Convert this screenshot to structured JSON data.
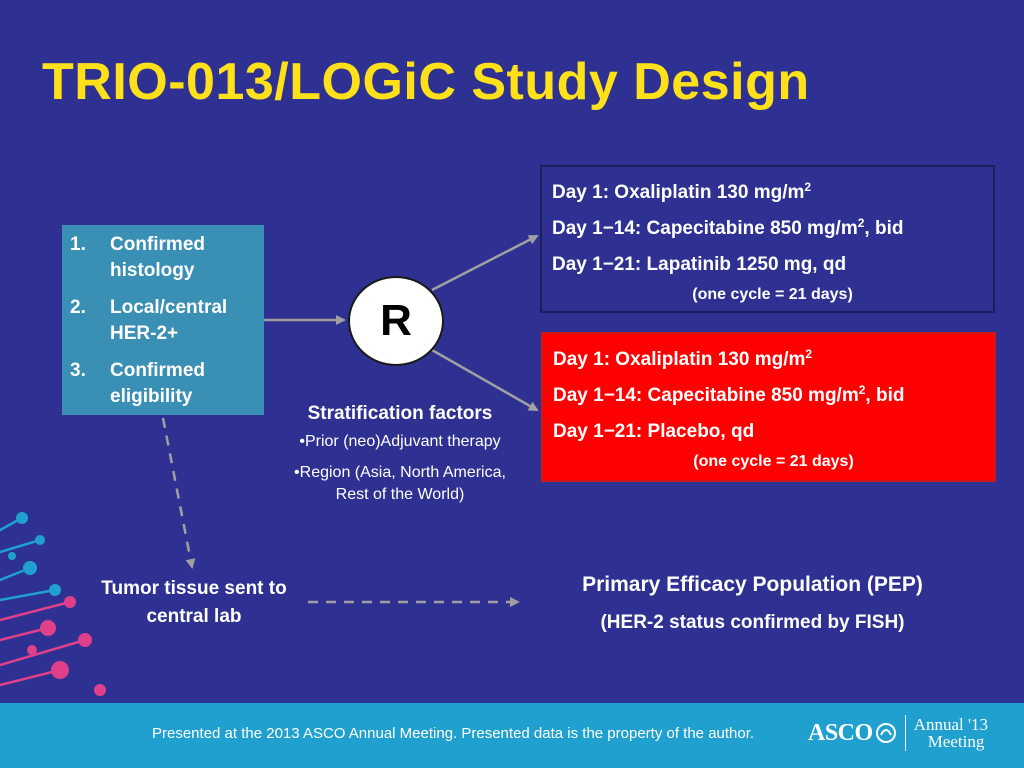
{
  "slide": {
    "title": "TRIO-013/LOGiC Study Design"
  },
  "criteria": {
    "items": [
      {
        "num": "1.",
        "label": "Confirmed histology"
      },
      {
        "num": "2.",
        "label": "Local/central HER-2+"
      },
      {
        "num": "3.",
        "label": "Confirmed eligibility"
      }
    ]
  },
  "randomization": {
    "label": "R"
  },
  "arm_lapatinib": {
    "line1": "Day 1: Oxaliplatin 130 mg/m",
    "line1_sup": "2",
    "line2_pre": "Day 1−14: Capecitabine 850 mg/m",
    "line2_sup": "2",
    "line2_post": ", bid",
    "line3": "Day 1−21: Lapatinib 1250 mg, qd",
    "cycle": "(one  cycle = 21 days)",
    "fill_color": "#2e3192"
  },
  "arm_placebo": {
    "line1": "Day 1: Oxaliplatin 130 mg/m",
    "line1_sup": "2",
    "line2_pre": "Day 1−14: Capecitabine 850 mg/m",
    "line2_sup": "2",
    "line2_post": ", bid",
    "line3": "Day 1−21: Placebo, qd",
    "cycle": "(one cycle = 21 days)",
    "fill_color": "#ff0000"
  },
  "stratification": {
    "title": "Stratification factors",
    "items": [
      "•Prior (neo)Adjuvant therapy",
      "•Region (Asia, North America, Rest of the World)"
    ]
  },
  "tumor_tissue": {
    "label": "Tumor tissue sent to central lab"
  },
  "pep": {
    "title": "Primary Efficacy Population (PEP)",
    "subtitle": "(HER-2 status confirmed by FISH)"
  },
  "footer": {
    "text": "Presented at the 2013 ASCO Annual Meeting. Presented data is the property of the author.",
    "logo_text": "ASCO",
    "meeting_line1": "Annual '13",
    "meeting_line2": "Meeting"
  },
  "colors": {
    "background": "#2e3192",
    "title": "#ffe11a",
    "criteria_box": "#3a8fb5",
    "footer": "#1fa0ce",
    "arrow": "#a0a0a0"
  }
}
